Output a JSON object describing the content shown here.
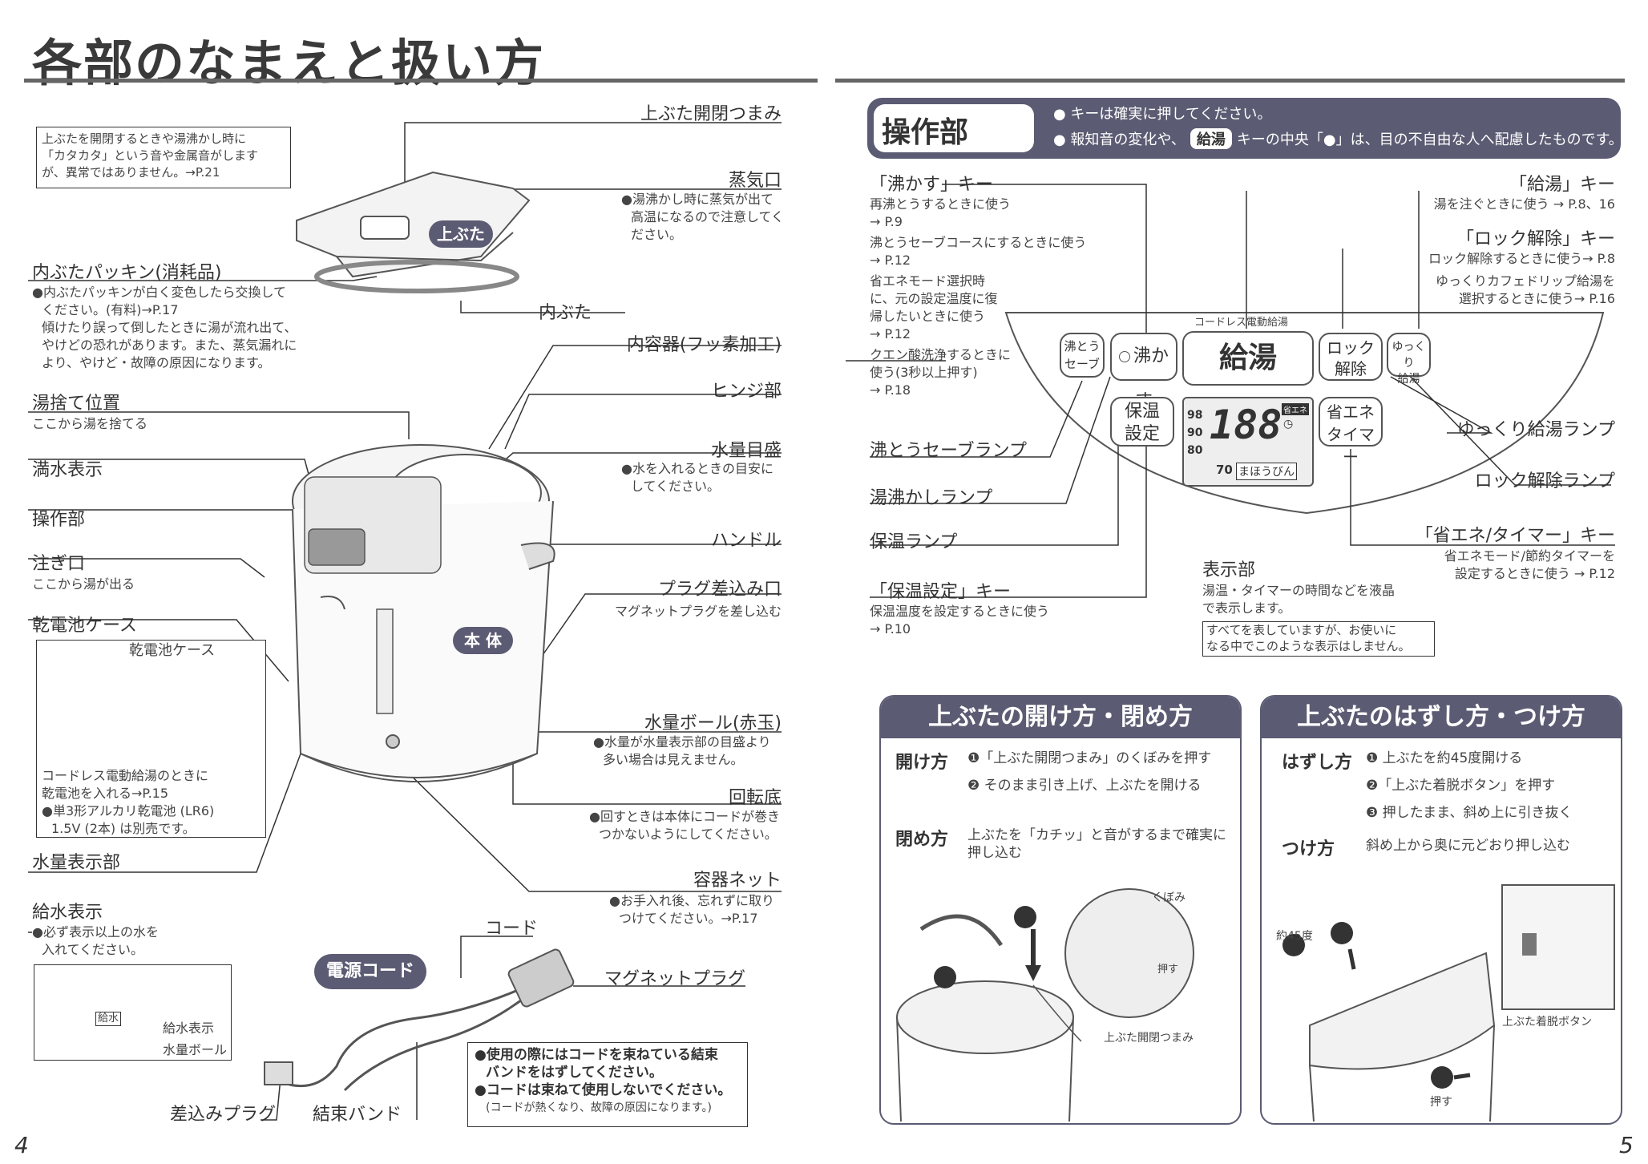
{
  "title": "各部のなまえと扱い方",
  "left": {
    "note_box": [
      "上ぶたを開閉するときや湯沸かし時に",
      "「カタカタ」という音や金属音がします",
      "が、異常ではありません。→P.21"
    ],
    "lid_badge": "上ぶた",
    "body_badge": "本 体",
    "cord_badge": "電源コード",
    "battery_inset_label": "乾電池ケース",
    "fill_inset": {
      "label1": "給水表示",
      "label2": "水量ボール",
      "mark": "給水"
    },
    "cord_note": [
      "●使用の際にはコードを束ねている結束",
      "バンドをはずしてください。",
      "●コードは束ねて使用しないでください。",
      "(コードが熱くなり、故障の原因になります。)"
    ],
    "parts": {
      "lid_knob": "上ぶた開閉つまみ",
      "steam": "蒸気口",
      "steam_desc": [
        "●湯沸かし時に蒸気が出て",
        "高温になるので注意してく",
        "ださい。"
      ],
      "gasket": "内ぶたパッキン(消耗品)",
      "gasket_desc": [
        "●内ぶたパッキンが白く変色したら交換して",
        "ください。(有料)→P.17",
        "傾けたり誤って倒したときに湯が流れ出て、",
        "やけどの恐れがあります。また、蒸気漏れに",
        "より、やけど・故障の原因になります。"
      ],
      "inner_lid": "内ぶた",
      "inner_container": "内容器(フッ素加工)",
      "hinge": "ヒンジ部",
      "drain": "湯捨て位置",
      "drain_desc": "ここから湯を捨てる",
      "water_gauge": "水量目盛",
      "water_gauge_desc": [
        "●水を入れるときの目安に",
        "してください。"
      ],
      "full_mark": "満水表示",
      "control": "操作部",
      "handle": "ハンドル",
      "spout": "注ぎ口",
      "spout_desc": "ここから湯が出る",
      "plug_inlet": "プラグ差込み口",
      "plug_inlet_desc": "マグネットプラグを差し込む",
      "battery_case": "乾電池ケース",
      "battery_desc": [
        "コードレス電動給湯のときに",
        "乾電池を入れる→P.15",
        "●単3形アルカリ乾電池 (LR6)",
        "1.5V (2本) は別売です。"
      ],
      "ball": "水量ボール(赤玉)",
      "ball_desc": [
        "●水量が水量表示部の目盛より",
        "多い場合は見えません。"
      ],
      "base": "回転底",
      "base_desc": [
        "●回すときは本体にコードが巻き",
        "つかないようにしてください。"
      ],
      "level_window": "水量表示部",
      "net": "容器ネット",
      "net_desc": [
        "●お手入れ後、忘れずに取り",
        "つけてください。→P.17"
      ],
      "fill_mark": "給水表示",
      "fill_desc": [
        "●必ず表示以上の水を",
        "入れてください。"
      ],
      "cord": "コード",
      "magnet_plug": "マグネットプラグ",
      "plug": "差込みプラグ",
      "band": "結束バンド"
    },
    "page": "4"
  },
  "right": {
    "ops_title": "操作部",
    "ops_notes": [
      "● キーは確実に押してください。",
      "● 報知音の変化や、",
      "給湯",
      "キーの中央「●」は、目の不自由な人へ配慮したものです。"
    ],
    "boil_key": "「沸かす」キー",
    "boil_desc": [
      "再沸とうするときに使う",
      "→ P.9",
      "沸とうセーブコースにするときに使う",
      "→ P.12",
      "省エネモード選択時",
      "に、元の設定温度に復",
      "帰したいときに使う",
      "→ P.12",
      "クエン酸洗浄するときに",
      "使う(3秒以上押す)",
      "→ P.18"
    ],
    "dispense_key": "「給湯」キー",
    "dispense_desc": "湯を注ぐときに使う → P.8、16",
    "unlock_key": "「ロック解除」キー",
    "unlock_desc": [
      "ロック解除するときに使う→ P.8",
      "ゆっくりカフェドリップ給湯を",
      "選択するときに使う→ P.16"
    ],
    "panel": {
      "caption": "コードレス電動給湯",
      "save": [
        "沸とう",
        "セーブ"
      ],
      "boil": "沸かす",
      "dispense": "給湯",
      "lock": [
        "ロック",
        "解除"
      ],
      "slow": [
        "ゆっくり",
        "給湯"
      ],
      "keep": [
        "保温",
        "設定"
      ],
      "eco": [
        "省エネ",
        "タイマー"
      ],
      "temps": [
        "98",
        "90",
        "80"
      ],
      "digits": "188",
      "eco_tag": "省エネ",
      "bottom": "70",
      "mahobin": "まほうびん"
    },
    "save_lamp": "沸とうセーブランプ",
    "boil_lamp": "湯沸かしランプ",
    "keep_lamp": "保温ランプ",
    "keep_key": "「保温設定」キー",
    "keep_desc": [
      "保温温度を設定するときに使う",
      "→ P.10"
    ],
    "display": "表示部",
    "display_desc": [
      "湯温・タイマーの時間などを液晶",
      "で表示します。"
    ],
    "display_note": [
      "すべてを表していますが、お使いに",
      "なる中でこのような表示はしません。"
    ],
    "slow_lamp": "ゆっくり給湯ランプ",
    "unlock_lamp": "ロック解除ランプ",
    "eco_key": "「省エネ/タイマー」キー",
    "eco_desc": [
      "省エネモード/節約タイマーを",
      "設定するときに使う → P.12"
    ],
    "open_close": {
      "title": "上ぶたの開け方・閉め方",
      "open": "開け方",
      "open_steps": [
        "❶「上ぶた開閉つまみ」のくぼみを押す",
        "❷ そのまま引き上げ、上ぶたを開ける"
      ],
      "close": "閉め方",
      "close_desc": [
        "上ぶたを「カチッ」と音がするまで確実に",
        "押し込む"
      ],
      "kubomi": "くぼみ",
      "push": "押す",
      "knob": "上ぶた開閉つまみ"
    },
    "remove_attach": {
      "title": "上ぶたのはずし方・つけ方",
      "remove": "はずし方",
      "remove_steps": [
        "❶ 上ぶたを約45度開ける",
        "❷「上ぶた着脱ボタン」を押す",
        "❸ 押したまま、斜め上に引き抜く"
      ],
      "attach": "つけ方",
      "attach_desc": "斜め上から奥に元どおり押し込む",
      "angle": "約45度",
      "button": "上ぶた着脱ボタン",
      "push": "押す"
    },
    "page": "5"
  }
}
